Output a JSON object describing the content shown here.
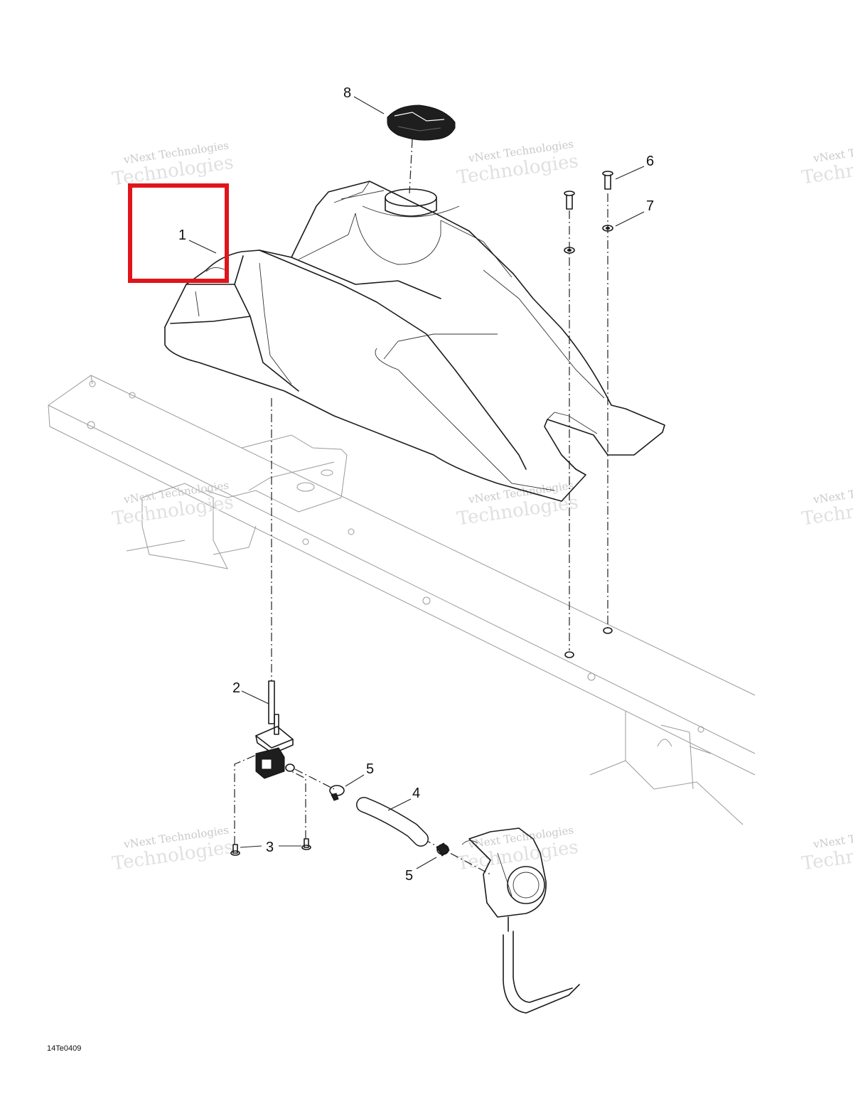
{
  "diagram": {
    "reference_code": "14Te0409",
    "highlight_color": "#e0151b",
    "watermarks": [
      {
        "line1": "vNext Technologies",
        "line2": "Technologies"
      },
      {
        "line1": "vNext Technologies",
        "line2": "Technologies"
      },
      {
        "line1": "vNext Technologies",
        "line2": "Technologies"
      },
      {
        "line1": "vNext Technologies",
        "line2": "Technologies"
      },
      {
        "line1": "vNext Technologies",
        "line2": "Technologies"
      },
      {
        "line1": "vNext Technologies",
        "line2": "Technologies"
      },
      {
        "line1": "vNext Technologies",
        "line2": "Technologies"
      },
      {
        "line1": "vNext Technologies",
        "line2": "Technologies"
      },
      {
        "line1": "vNext Technologies",
        "line2": "Technologies"
      }
    ],
    "callouts": [
      {
        "label": "1",
        "part": "fuel-tank",
        "highlighted": true
      },
      {
        "label": "2",
        "part": "fuel-valve"
      },
      {
        "label": "3",
        "part": "screw"
      },
      {
        "label": "4",
        "part": "fuel-hose"
      },
      {
        "label": "5",
        "part": "clamp-upper"
      },
      {
        "label": "5",
        "part": "clamp-lower"
      },
      {
        "label": "6",
        "part": "bolt"
      },
      {
        "label": "7",
        "part": "washer"
      },
      {
        "label": "8",
        "part": "fuel-cap"
      }
    ]
  }
}
